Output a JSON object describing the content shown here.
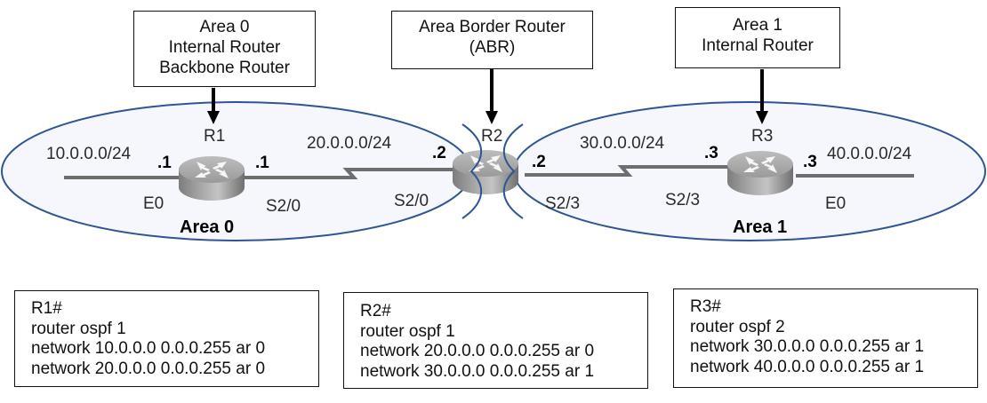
{
  "role_labels": {
    "r1": [
      "Area 0",
      "Internal Router",
      "Backbone Router"
    ],
    "r2": [
      "Area Border Router",
      "(ABR)"
    ],
    "r3": [
      "Area 1",
      "Internal Router"
    ]
  },
  "areas": [
    {
      "name": "Area 0",
      "fill": "#f5f7fc",
      "stroke": "#2f5592"
    },
    {
      "name": "Area 1",
      "fill": "#f5f7fc",
      "stroke": "#2f5592"
    }
  ],
  "routers": [
    {
      "name": "R1"
    },
    {
      "name": "R2"
    },
    {
      "name": "R3"
    }
  ],
  "networks": {
    "n10": "10.0.0.0/24",
    "n20": "20.0.0.0/24",
    "n30": "30.0.0.0/24",
    "n40": "40.0.0.0/24"
  },
  "host_ids": {
    "r1_e0": ".1",
    "r1_s20": ".1",
    "r2_s20": ".2",
    "r2_s23": ".2",
    "r3_s23": ".3",
    "r3_e0": ".3"
  },
  "interfaces": {
    "r1_e0": "E0",
    "r1_s20": "S2/0",
    "r2_s20": "S2/0",
    "r2_s23": "S2/3",
    "r3_s23": "S2/3",
    "r3_e0": "E0"
  },
  "configs": {
    "r1": [
      "R1#",
      "router ospf 1",
      "network 10.0.0.0 0.0.0.255 ar 0",
      "network 20.0.0.0 0.0.0.255 ar 0"
    ],
    "r2": [
      "R2#",
      "router ospf 1",
      "network 20.0.0.0 0.0.0.255 ar 0",
      "network 30.0.0.0 0.0.0.255 ar 1"
    ],
    "r3": [
      "R3#",
      "router ospf 2",
      "network 30.0.0.0 0.0.0.255 ar 1",
      "network 40.0.0.0 0.0.0.255 ar 1"
    ]
  },
  "colors": {
    "area_stroke": "#2f5592",
    "area_fill": "#f5f7fc",
    "link": "#6e6e6e",
    "arrow": "#000000"
  }
}
